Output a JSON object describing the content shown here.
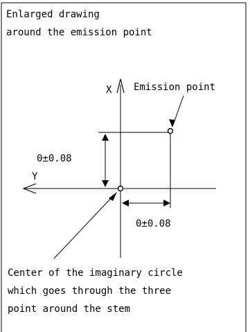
{
  "title": {
    "line1": "Enlarged drawing",
    "line2": "around the emission point"
  },
  "axes": {
    "x_label": "X",
    "y_label": "Y"
  },
  "emission_point_label": "Emission point",
  "dimension_vertical": "0±0.08",
  "dimension_horizontal": "0±0.08",
  "center_note": {
    "line1": "Center of the imaginary circle",
    "line2": "which goes through the three",
    "line3": "point around the stem"
  }
}
